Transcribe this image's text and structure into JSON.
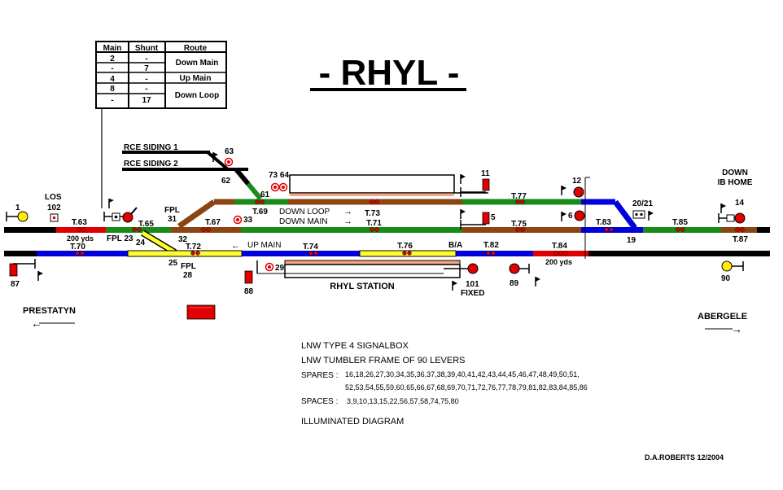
{
  "title": "- RHYL -",
  "lever_table": {
    "headers": [
      "Main",
      "Shunt",
      "Route"
    ],
    "rows": [
      {
        "main": "2",
        "shunt": "-"
      },
      {
        "main": "-",
        "shunt": "7"
      },
      {
        "main": "4",
        "shunt": "-"
      },
      {
        "main": "8",
        "shunt": "-"
      },
      {
        "main": "-",
        "shunt": "17"
      }
    ],
    "routes": [
      "Down Main",
      "Up Main",
      "Down Loop"
    ]
  },
  "sidings": [
    "RCE SIDING 1",
    "RCE SIDING 2"
  ],
  "track_circuits": [
    "T.63",
    "T.65",
    "T.67",
    "T.69",
    "T.73",
    "T.71",
    "T.77",
    "T.75",
    "T.83",
    "T.85",
    "T.87",
    "T.70",
    "T.72",
    "T.74",
    "T.76",
    "T.82",
    "T.84"
  ],
  "line_labels": {
    "down_loop": "DOWN LOOP",
    "down_main": "DOWN MAIN",
    "up_main": "UP MAIN",
    "arrow_right": "→",
    "arrow_left": "←"
  },
  "points": {
    "fpl31": "FPL",
    "n31": "31",
    "fpl23": "FPL 23",
    "n24": "24",
    "n32": "32",
    "n25": "25",
    "fpl28": "FPL",
    "n28": "28",
    "n62": "62",
    "n61": "61",
    "n19": "19",
    "n20_21": "20/21"
  },
  "signals": {
    "s1": "1",
    "s102": "102",
    "los": "LOS",
    "s63": "63",
    "s73_64": "73 64",
    "s11": "11",
    "s5": "5",
    "s33": "33",
    "s12": "12",
    "s6": "6",
    "down_ib_home": "DOWN",
    "down_ib_home2": "IB HOME",
    "s14": "14",
    "s87": "87",
    "s88": "88",
    "s29": "29",
    "s101": "101",
    "fixed": "FIXED",
    "s89": "89",
    "s90": "90"
  },
  "distances": {
    "d200a": "200 yds",
    "d200b": "200 yds"
  },
  "misc": {
    "ba": "B/A",
    "station": "RHYL STATION"
  },
  "directions": {
    "prestatyn": "PRESTATYN",
    "abergele": "ABERGELE",
    "left_arrow": "←",
    "right_arrow": "→"
  },
  "info": {
    "box_type": "LNW TYPE 4 SIGNALBOX",
    "frame": "LNW TUMBLER FRAME OF 90 LEVERS",
    "spares_label": "SPARES :",
    "spares_line1": "16,18,26,27,30,34,35,36,37,38,39,40,41,42,43,44,45,46,47,48,49,50,51,",
    "spares_line2": "52,53,54,55,59,60,65,66,67,68,69,70,71,72,76,77,78,79,81,82,83,84,85,86",
    "spaces_label": "SPACES :",
    "spaces_values": "3,9,10,13,15,22,56,57,58,74,75,80",
    "illuminated": "ILLUMINATED DIAGRAM"
  },
  "author": "D.A.ROBERTS  12/2004",
  "colors": {
    "red": "#e00000",
    "green": "#1a8a1a",
    "brown": "#8b4513",
    "blue": "#0000dd",
    "yellow": "#ffff33",
    "black": "#000000",
    "salmon": "#f4a582",
    "signal_yellow": "#ffee00"
  }
}
